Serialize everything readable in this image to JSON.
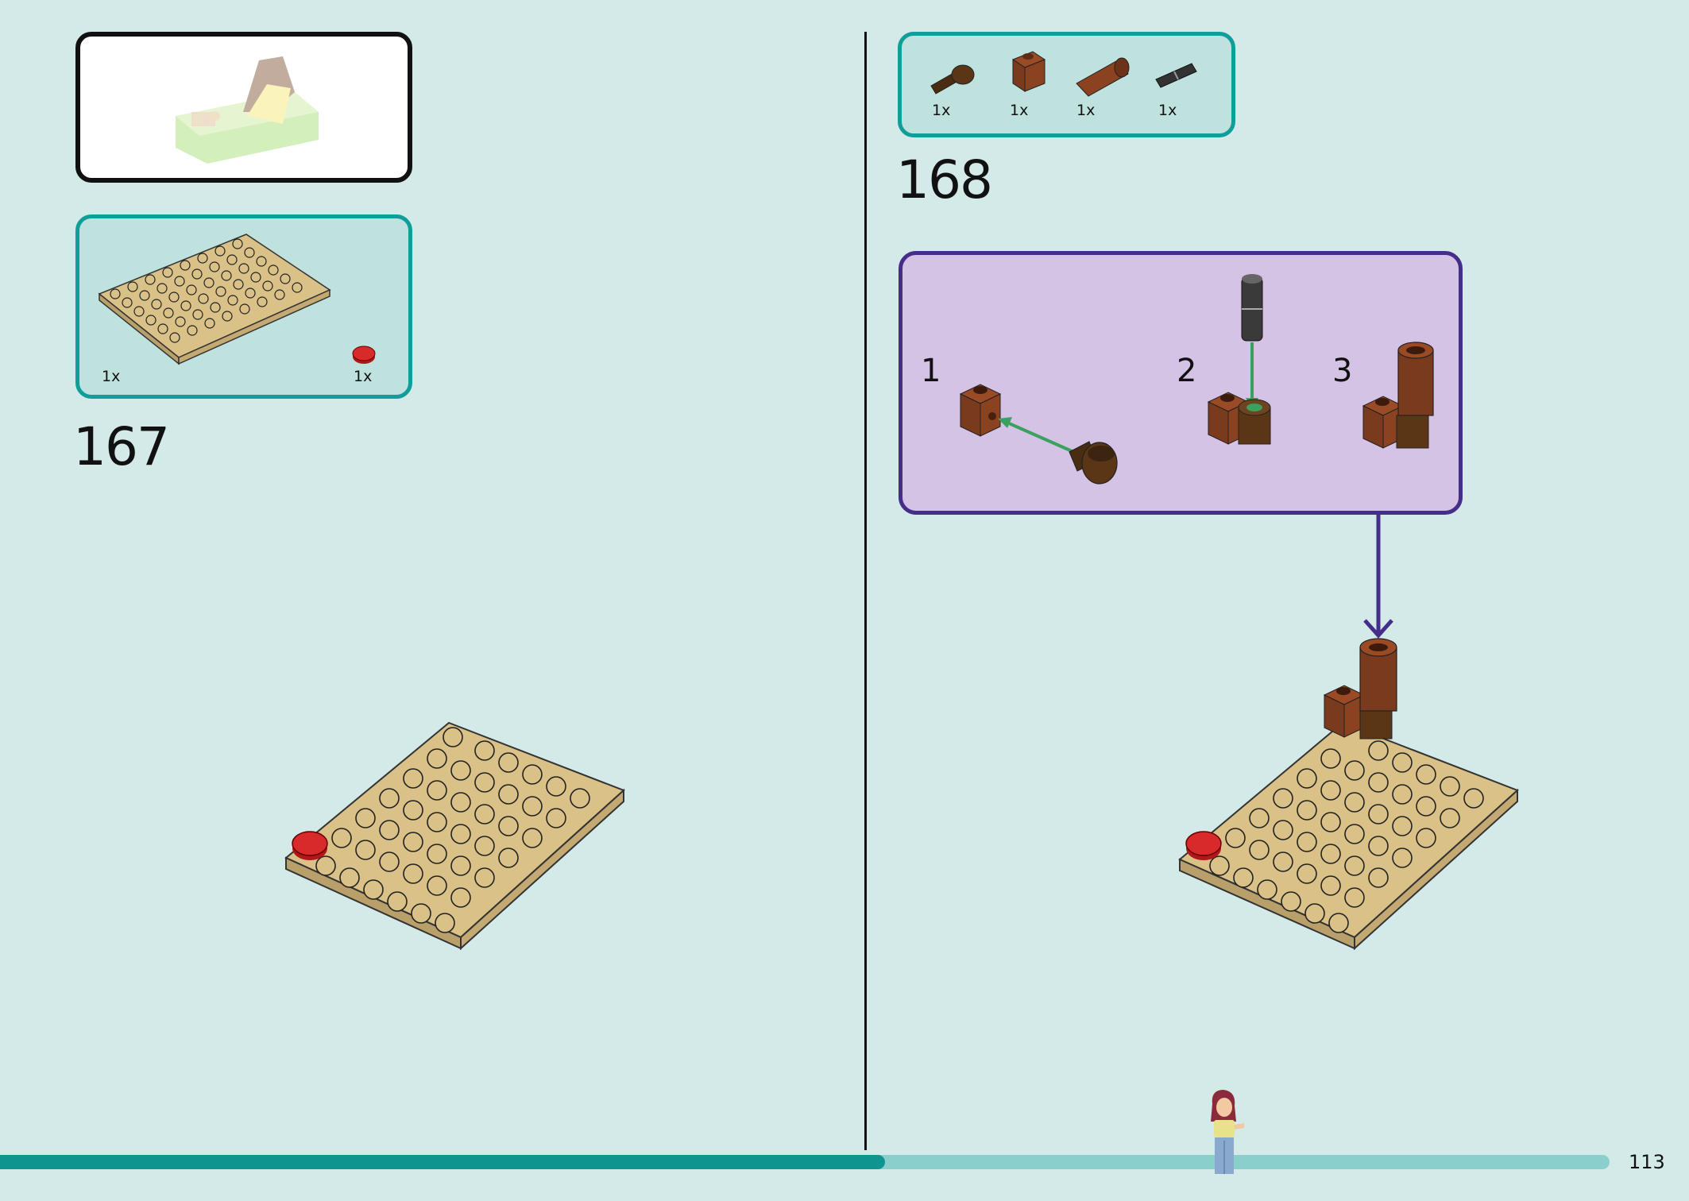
{
  "page": {
    "number": "113",
    "progress": 0.55
  },
  "colors": {
    "page_bg": "#d4eae9",
    "teal": "#0f9e9a",
    "purple": "#452d8a",
    "tan": "#d9c187",
    "reddish_brown": "#7a3a1e",
    "red": "#cc1f1f"
  },
  "step_167": {
    "number": "167",
    "parts": [
      {
        "part": "tan-plate-6x8",
        "qty": "1x"
      },
      {
        "part": "red-round-tile-1x1",
        "qty": "1x"
      }
    ]
  },
  "step_168": {
    "number": "168",
    "parts": [
      {
        "part": "dark-brown-angle-connector",
        "qty": "1x"
      },
      {
        "part": "reddish-brown-brick-with-hole",
        "qty": "1x"
      },
      {
        "part": "reddish-brown-round-brick-2x2",
        "qty": "1x"
      },
      {
        "part": "black-technic-pin",
        "qty": "1x"
      }
    ],
    "substeps": [
      {
        "number": "1"
      },
      {
        "number": "2"
      },
      {
        "number": "3"
      }
    ]
  }
}
